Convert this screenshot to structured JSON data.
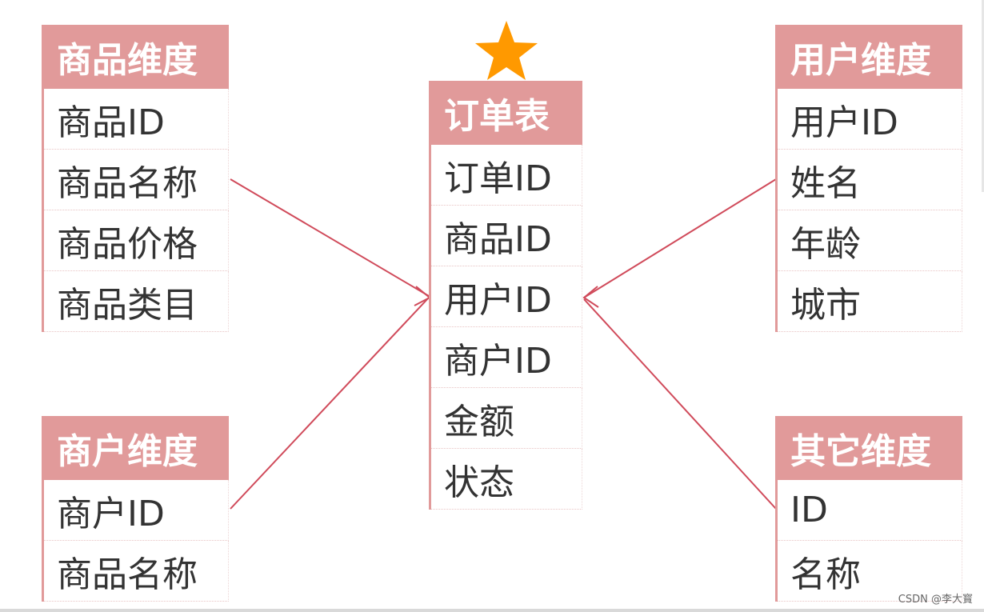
{
  "tables": {
    "product": {
      "title": "商品维度",
      "fields": [
        "商品ID",
        "商品名称",
        "商品价格",
        "商品类目"
      ]
    },
    "merchant": {
      "title": "商户维度",
      "fields": [
        "商户ID",
        "商品名称"
      ]
    },
    "order": {
      "title": "订单表",
      "fields": [
        "订单ID",
        "商品ID",
        "用户ID",
        "商户ID",
        "金额",
        "状态"
      ]
    },
    "user": {
      "title": "用户维度",
      "fields": [
        "用户ID",
        "姓名",
        "年龄",
        "城市"
      ]
    },
    "other": {
      "title": "其它维度",
      "fields": [
        "ID",
        "名称"
      ]
    }
  },
  "colors": {
    "header": "#e19a9a",
    "link": "#d04a5a",
    "star": "#ff9900"
  },
  "icons": {
    "fact_marker": "star-icon"
  },
  "watermark": "CSDN @李大寳"
}
